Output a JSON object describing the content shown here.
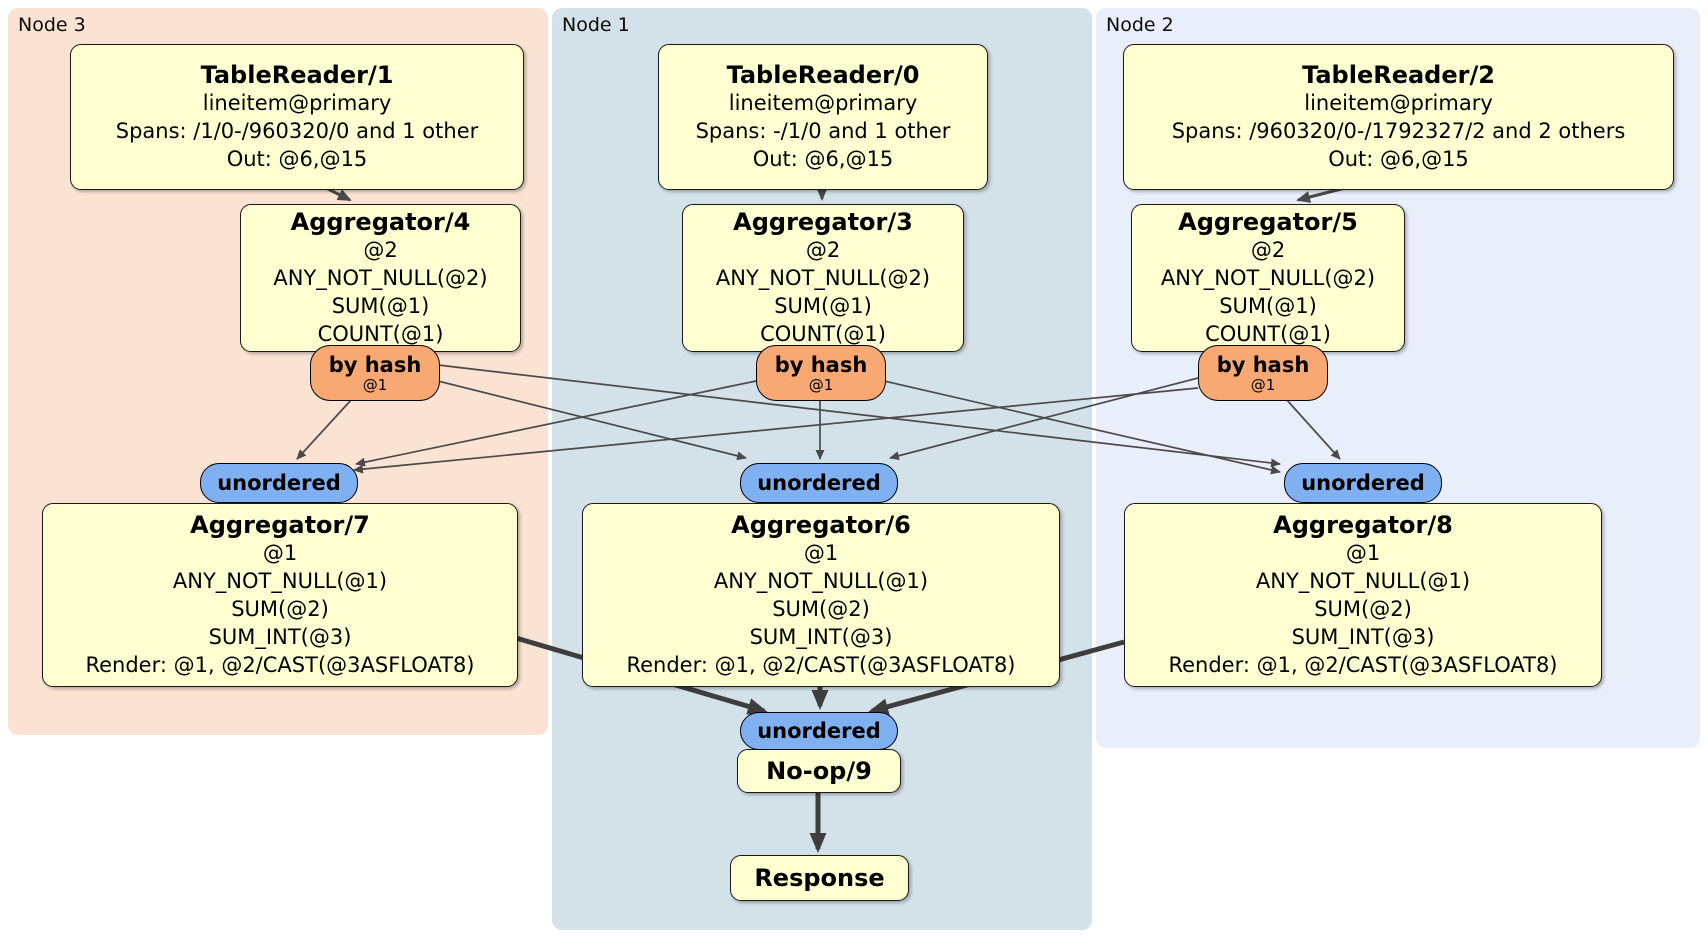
{
  "diagram_type": "distsql-plan",
  "colors": {
    "node3_bg": "#fbe3d4",
    "node1_bg": "#d3e1e9",
    "node2_bg": "#e9effa",
    "box_fill": "#ffffd2",
    "box_border": "#1a1a1a",
    "router_fill": "#f7a873",
    "sync_fill": "#7fb0f2",
    "edge_thin": "#4a4a4a",
    "edge_thick": "#3e3e3e"
  },
  "clusters": {
    "node3": {
      "label": "Node 3"
    },
    "node1": {
      "label": "Node 1"
    },
    "node2": {
      "label": "Node 2"
    }
  },
  "processors": {
    "tr1": {
      "title": "TableReader/1",
      "lines": [
        "lineitem@primary",
        "Spans: /1/0-/960320/0 and 1 other",
        "Out: @6,@15"
      ]
    },
    "agg4": {
      "title": "Aggregator/4",
      "lines": [
        "@2",
        "ANY_NOT_NULL(@2)",
        "SUM(@1)",
        "COUNT(@1)"
      ]
    },
    "agg7": {
      "title": "Aggregator/7",
      "lines": [
        "@1",
        "ANY_NOT_NULL(@1)",
        "SUM(@2)",
        "SUM_INT(@3)",
        "Render: @1, @2/CAST(@3ASFLOAT8)"
      ]
    },
    "tr0": {
      "title": "TableReader/0",
      "lines": [
        "lineitem@primary",
        "Spans: -/1/0 and 1 other",
        "Out: @6,@15"
      ]
    },
    "agg3": {
      "title": "Aggregator/3",
      "lines": [
        "@2",
        "ANY_NOT_NULL(@2)",
        "SUM(@1)",
        "COUNT(@1)"
      ]
    },
    "agg6": {
      "title": "Aggregator/6",
      "lines": [
        "@1",
        "ANY_NOT_NULL(@1)",
        "SUM(@2)",
        "SUM_INT(@3)",
        "Render: @1, @2/CAST(@3ASFLOAT8)"
      ]
    },
    "tr2": {
      "title": "TableReader/2",
      "lines": [
        "lineitem@primary",
        "Spans: /960320/0-/1792327/2 and 2 others",
        "Out: @6,@15"
      ]
    },
    "agg5": {
      "title": "Aggregator/5",
      "lines": [
        "@2",
        "ANY_NOT_NULL(@2)",
        "SUM(@1)",
        "COUNT(@1)"
      ]
    },
    "agg8": {
      "title": "Aggregator/8",
      "lines": [
        "@1",
        "ANY_NOT_NULL(@1)",
        "SUM(@2)",
        "SUM_INT(@3)",
        "Render: @1, @2/CAST(@3ASFLOAT8)"
      ]
    },
    "noop9": {
      "title": "No-op/9"
    },
    "response": {
      "title": "Response"
    }
  },
  "routers": {
    "byhash3": {
      "label": "by hash",
      "detail": "@1"
    },
    "byhash1": {
      "label": "by hash",
      "detail": "@1"
    },
    "byhash2": {
      "label": "by hash",
      "detail": "@1"
    }
  },
  "syncs": {
    "unordered3": {
      "label": "unordered"
    },
    "unordered1": {
      "label": "unordered"
    },
    "unordered2": {
      "label": "unordered"
    },
    "unordered_final": {
      "label": "unordered"
    }
  },
  "edges": [
    {
      "from": "tr1",
      "to": "agg4"
    },
    {
      "from": "tr0",
      "to": "agg3"
    },
    {
      "from": "tr2",
      "to": "agg5"
    },
    {
      "from": "agg4",
      "to": "byhash3",
      "type": "attached-router"
    },
    {
      "from": "agg3",
      "to": "byhash1",
      "type": "attached-router"
    },
    {
      "from": "agg5",
      "to": "byhash2",
      "type": "attached-router"
    },
    {
      "from": "byhash3",
      "to": "unordered3"
    },
    {
      "from": "byhash3",
      "to": "unordered1"
    },
    {
      "from": "byhash3",
      "to": "unordered2"
    },
    {
      "from": "byhash1",
      "to": "unordered3"
    },
    {
      "from": "byhash1",
      "to": "unordered1"
    },
    {
      "from": "byhash1",
      "to": "unordered2"
    },
    {
      "from": "byhash2",
      "to": "unordered3"
    },
    {
      "from": "byhash2",
      "to": "unordered1"
    },
    {
      "from": "byhash2",
      "to": "unordered2"
    },
    {
      "from": "unordered3",
      "to": "agg7",
      "type": "attached-sync"
    },
    {
      "from": "unordered1",
      "to": "agg6",
      "type": "attached-sync"
    },
    {
      "from": "unordered2",
      "to": "agg8",
      "type": "attached-sync"
    },
    {
      "from": "agg7",
      "to": "unordered_final"
    },
    {
      "from": "agg6",
      "to": "unordered_final"
    },
    {
      "from": "agg8",
      "to": "unordered_final"
    },
    {
      "from": "unordered_final",
      "to": "noop9",
      "type": "attached-sync"
    },
    {
      "from": "noop9",
      "to": "response"
    }
  ]
}
